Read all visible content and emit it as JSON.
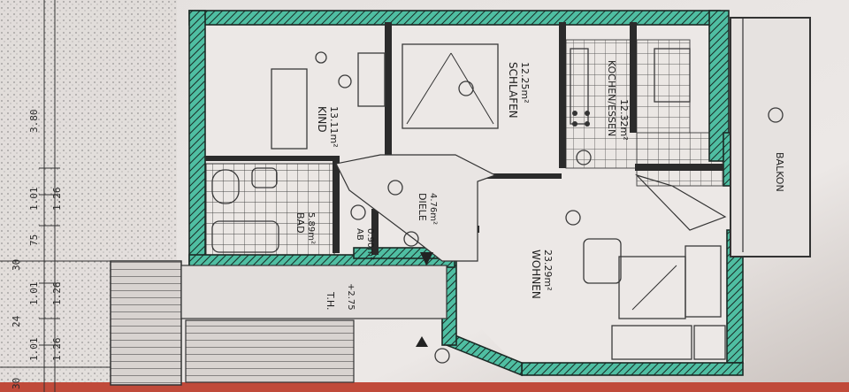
{
  "rooms": {
    "kind": {
      "name": "KIND",
      "area": "13.11m²"
    },
    "schlafen": {
      "name": "SCHLAFEN",
      "area": "12.25m²"
    },
    "kochen": {
      "name": "KOCHEN/ESSEN",
      "area": "12.32m²"
    },
    "balkon": {
      "name": "BALKON"
    },
    "bad": {
      "name": "BAD",
      "area": "5.89m²"
    },
    "ab": {
      "name": "AB",
      "area": "0.90m²"
    },
    "diele": {
      "name": "DIELE",
      "area": "4.76m²"
    },
    "wohnen": {
      "name": "WOHNEN",
      "area": "23.29m²"
    },
    "th": {
      "name": "T.H.",
      "level": "+2.75"
    }
  },
  "dimensions": {
    "upper": [
      "3.80",
      "1.01",
      "1.26"
    ],
    "lower": [
      "30",
      "75",
      "1.01",
      "1.26",
      "24",
      "1.01",
      "1.26",
      "30"
    ]
  },
  "colors": {
    "paper": "#e7e3e1",
    "wall_accent": "#46b59a",
    "ink": "#1e1e1e"
  }
}
